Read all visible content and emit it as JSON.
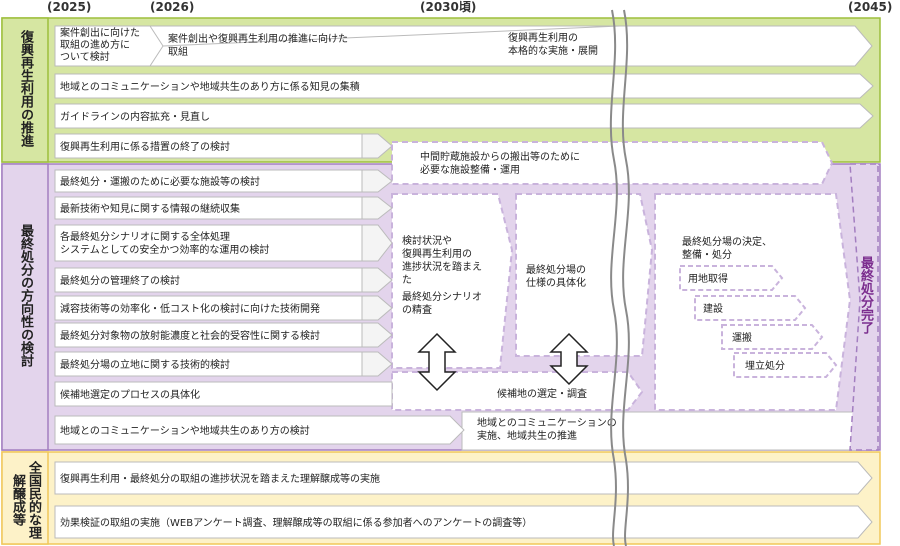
{
  "years": [
    "(2025)",
    "(2026)",
    "(2030頃)",
    "(2045)"
  ],
  "sections": {
    "reuse": "復興再生利用の推進",
    "final": "最終処分の方向性の検討",
    "public": "全国民的な理解醸成等"
  },
  "rows": {
    "r1a": "案件創出に向けた",
    "r1b": "取組の進め方に",
    "r1c": "ついて検討",
    "r1d": "案件創出や復興再生利用の推進に向けた",
    "r1e": "取組",
    "r1f": "復興再生利用の",
    "r1g": "本格的な実施・展開",
    "r2": "地域とのコミュニケーションや地域共生のあり方に係る知見の集積",
    "r3": "ガイドラインの内容拡充・見直し",
    "r4": "復興再生利用に係る措置の終了の検討",
    "f1": "最終処分・運搬のために必要な施設等の検討",
    "f2": "最新技術や知見に関する情報の継続収集",
    "f3a": "各最終処分シナリオに関する全体処理",
    "f3b": "システムとしての安全かつ効率的な運用の検討",
    "f4": "最終処分の管理終了の検討",
    "f5": "減容技術等の効率化・低コスト化の検討に向けた技術開発",
    "f6": "最終処分対象物の放射能濃度と社会的受容性に関する検討",
    "f7": "最終処分場の立地に関する技術的検討",
    "f8": "候補地選定のプロセスの具体化",
    "f9": "地域とのコミュニケーションや地域共生のあり方の検討",
    "m1a": "中間貯蔵施設からの搬出等のために",
    "m1b": "必要な施設整備・運用",
    "m2a": "検討状況や",
    "m2b": "復興再生利用の",
    "m2c": "進捗状況を踏まえ",
    "m2d": "た",
    "m2e": "最終処分シナリオ",
    "m2f": "の精査",
    "m3a": "最終処分場の",
    "m3b": "仕様の具体化",
    "m4": "候補地の選定・調査",
    "m5a": "地域とのコミュニケーションの",
    "m5b": "実施、地域共生の推進",
    "m6a": "最終処分場の決定、",
    "m6b": "整備・処分",
    "s1": "用地取得",
    "s2": "建設",
    "s3": "運搬",
    "s4": "埋立処分",
    "done": "最終処分完了",
    "p1": "復興再生利用・最終処分の取組の進捗状況を踏まえた理解醸成等の実施",
    "p2": "効果検証の取組の実施（WEBアンケート調査、理解醸成等の取組に係る参加者へのアンケートの調査等）"
  },
  "colors": {
    "green": "#d6e6a2",
    "green_border": "#9dbf3d",
    "purple": "#e3d4ec",
    "purple_border": "#a37ec0",
    "yellow": "#fdf2c8",
    "yellow_border": "#f0c85a",
    "done_text": "#7b2d8e"
  }
}
